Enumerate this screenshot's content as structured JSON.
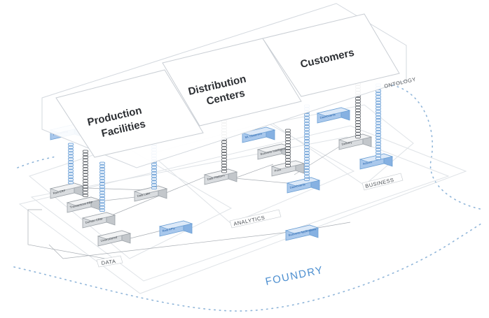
{
  "ontology": {
    "label": "ONTOLOGY",
    "panels": [
      {
        "id": "production",
        "lines": [
          "Production",
          "Facilities"
        ]
      },
      {
        "id": "distribution",
        "lines": [
          "Distribution",
          "Centers"
        ]
      },
      {
        "id": "customers",
        "lines": [
          "Customers"
        ]
      }
    ]
  },
  "zones": {
    "data": "DATA",
    "analytics": "ANALYTICS",
    "business": "BUSINESS"
  },
  "platform": {
    "label": "FOUNDRY"
  },
  "nodes": [
    {
      "id": "n1",
      "label": "Raw ERP",
      "color": "gray"
    },
    {
      "id": "n2",
      "label": "Transactions ERP",
      "color": "gray"
    },
    {
      "id": "n3",
      "label": "Domain CRM",
      "color": "gray"
    },
    {
      "id": "n4",
      "label": "Unstructured",
      "color": "gray"
    },
    {
      "id": "n5",
      "label": "Data Lake",
      "color": "gray"
    },
    {
      "id": "n6",
      "label": "Real APIs",
      "color": "blue"
    },
    {
      "id": "n7",
      "label": "Data Platform",
      "color": "gray"
    },
    {
      "id": "n8",
      "label": "ML Observes",
      "color": "blue"
    },
    {
      "id": "n9",
      "label": "Business Intelligence",
      "color": "gray"
    },
    {
      "id": "n10",
      "label": "Point",
      "color": "gray"
    },
    {
      "id": "n11",
      "label": "Dashboards",
      "color": "blue"
    },
    {
      "id": "n12",
      "label": "Dashboards",
      "color": "blue"
    },
    {
      "id": "n13",
      "label": "Delivery",
      "color": "gray"
    },
    {
      "id": "n14",
      "label": "Actions",
      "color": "blue"
    },
    {
      "id": "n15",
      "label": "Business Applications",
      "color": "blue"
    },
    {
      "id": "n16",
      "label": "Forecasting",
      "color": "blue"
    }
  ]
}
